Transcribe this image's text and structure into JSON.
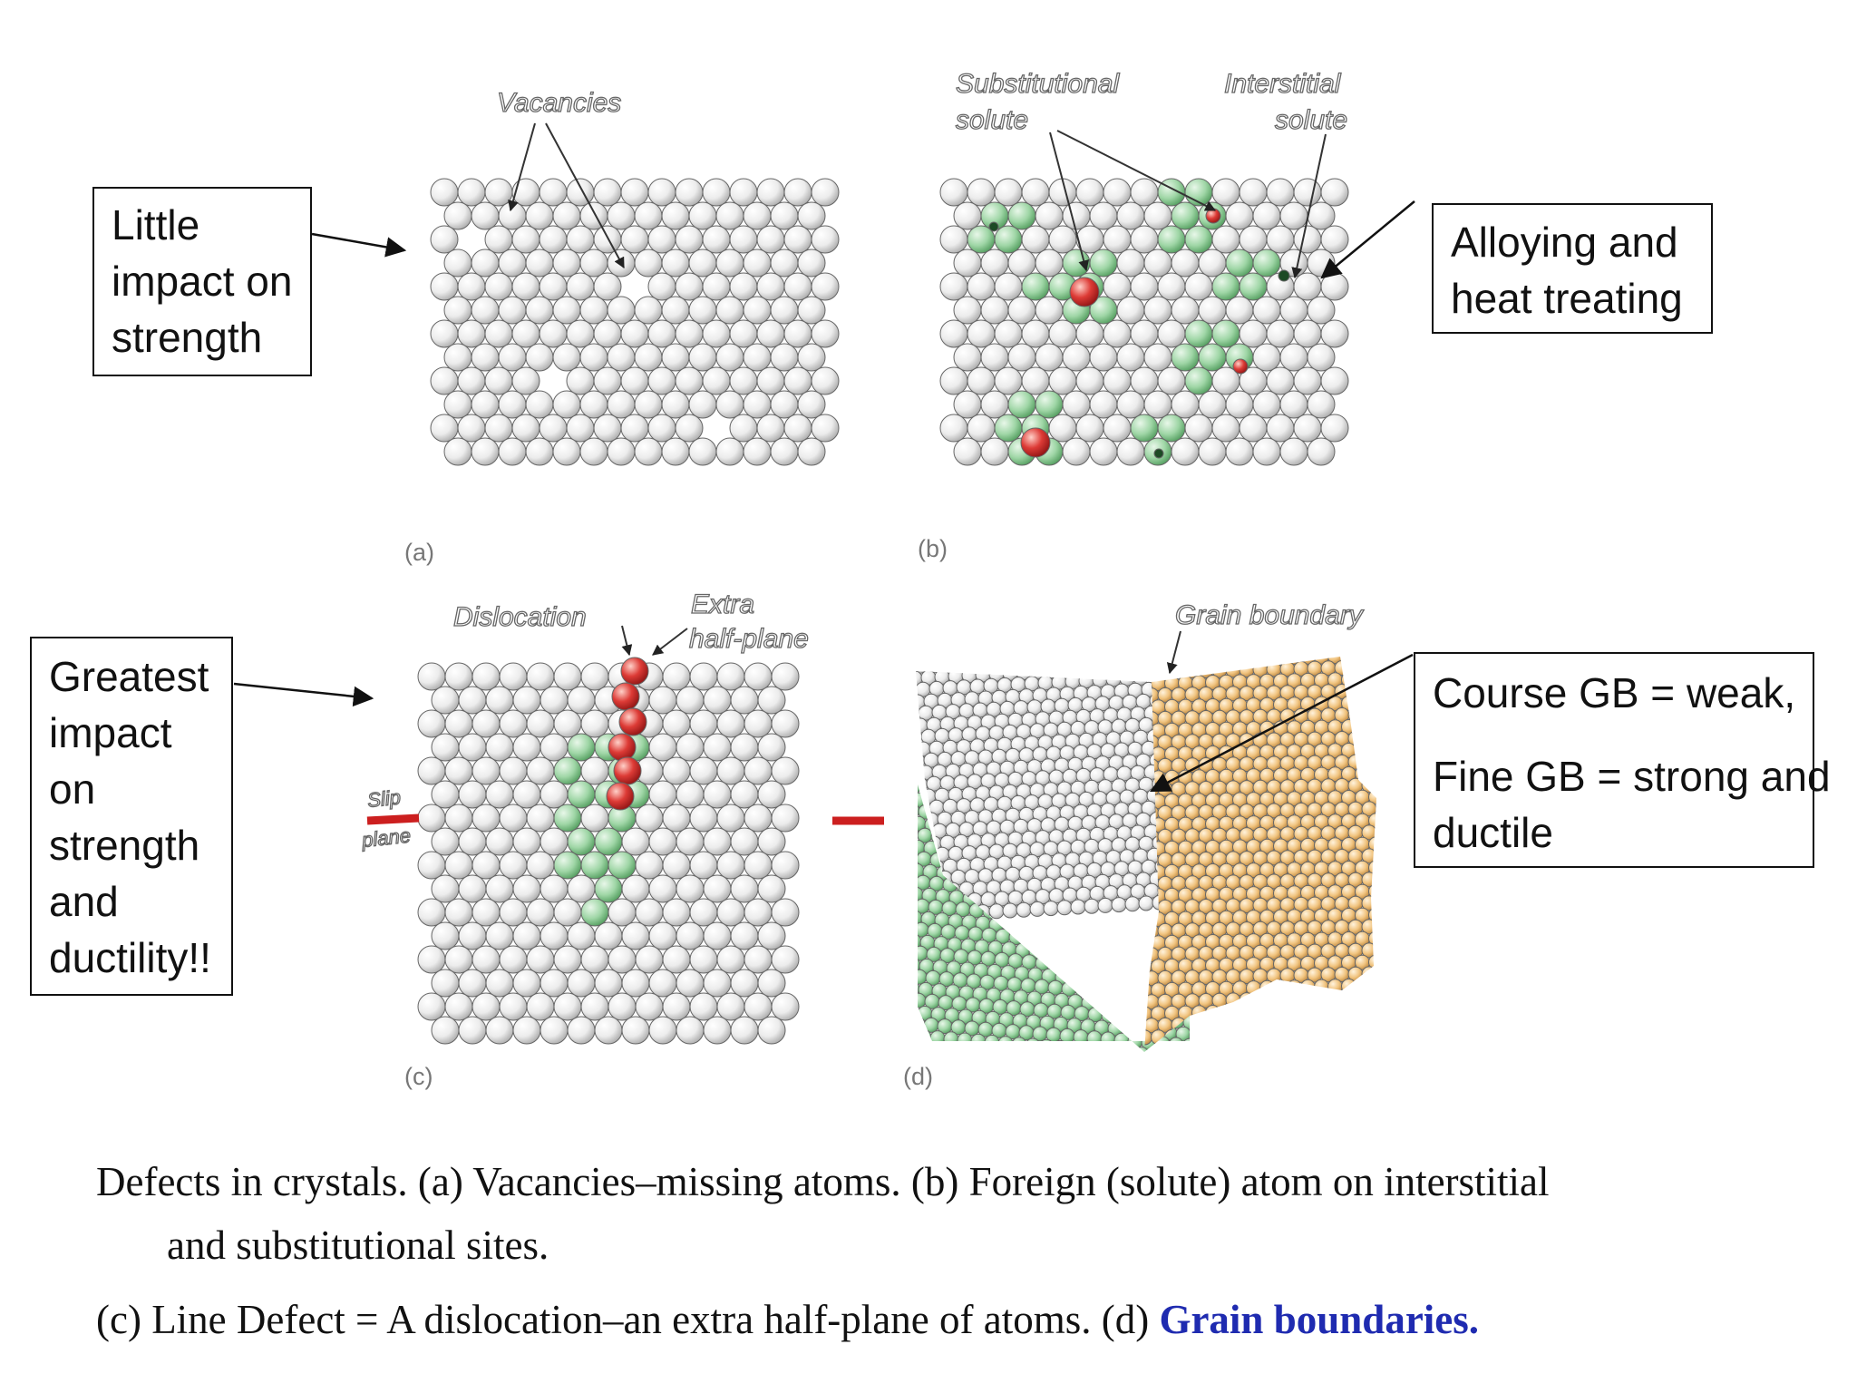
{
  "callouts": {
    "vacancies_impact": [
      "Little",
      "impact on",
      "strength"
    ],
    "alloying": [
      "Alloying and",
      "heat treating"
    ],
    "dislocation_impact": [
      "Greatest",
      "impact",
      "on",
      "strength",
      "and",
      "ductility!!"
    ],
    "grain_size": [
      "Course GB = weak,",
      "Fine GB = strong and",
      "ductile"
    ]
  },
  "figure_labels": {
    "vacancies": "Vacancies",
    "substitutional": [
      "Substitutional",
      "solute"
    ],
    "interstitial": [
      "Interstitial",
      "solute"
    ],
    "dislocation": "Dislocation",
    "extra_half_plane": [
      "Extra",
      "half-plane"
    ],
    "slip_plane": [
      "Slip",
      "plane"
    ],
    "grain_boundary": "Grain boundary"
  },
  "panel_letters": {
    "a": "(a)",
    "b": "(b)",
    "c": "(c)",
    "d": "(d)"
  },
  "colors": {
    "host_atom": "#e6e6e6",
    "solute_ring": "#a9d9ad",
    "solute_core": "#d63a3a",
    "dislocation_atom": "#c93a3a",
    "grain_orange": "#f0c27e",
    "grain_green": "#8fd19a",
    "grain_white": "#ececec",
    "caption_highlight": "#1f2bb0"
  },
  "caption": {
    "line1": "Defects in crystals. (a) Vacancies–missing atoms. (b) Foreign (solute) atom on  interstitial",
    "line2": "and substitutional sites.",
    "line3_prefix": "(c) Line Defect  = A  dislocation–an extra half-plane of atoms. (d) ",
    "line3_highlight": "Grain boundaries."
  }
}
